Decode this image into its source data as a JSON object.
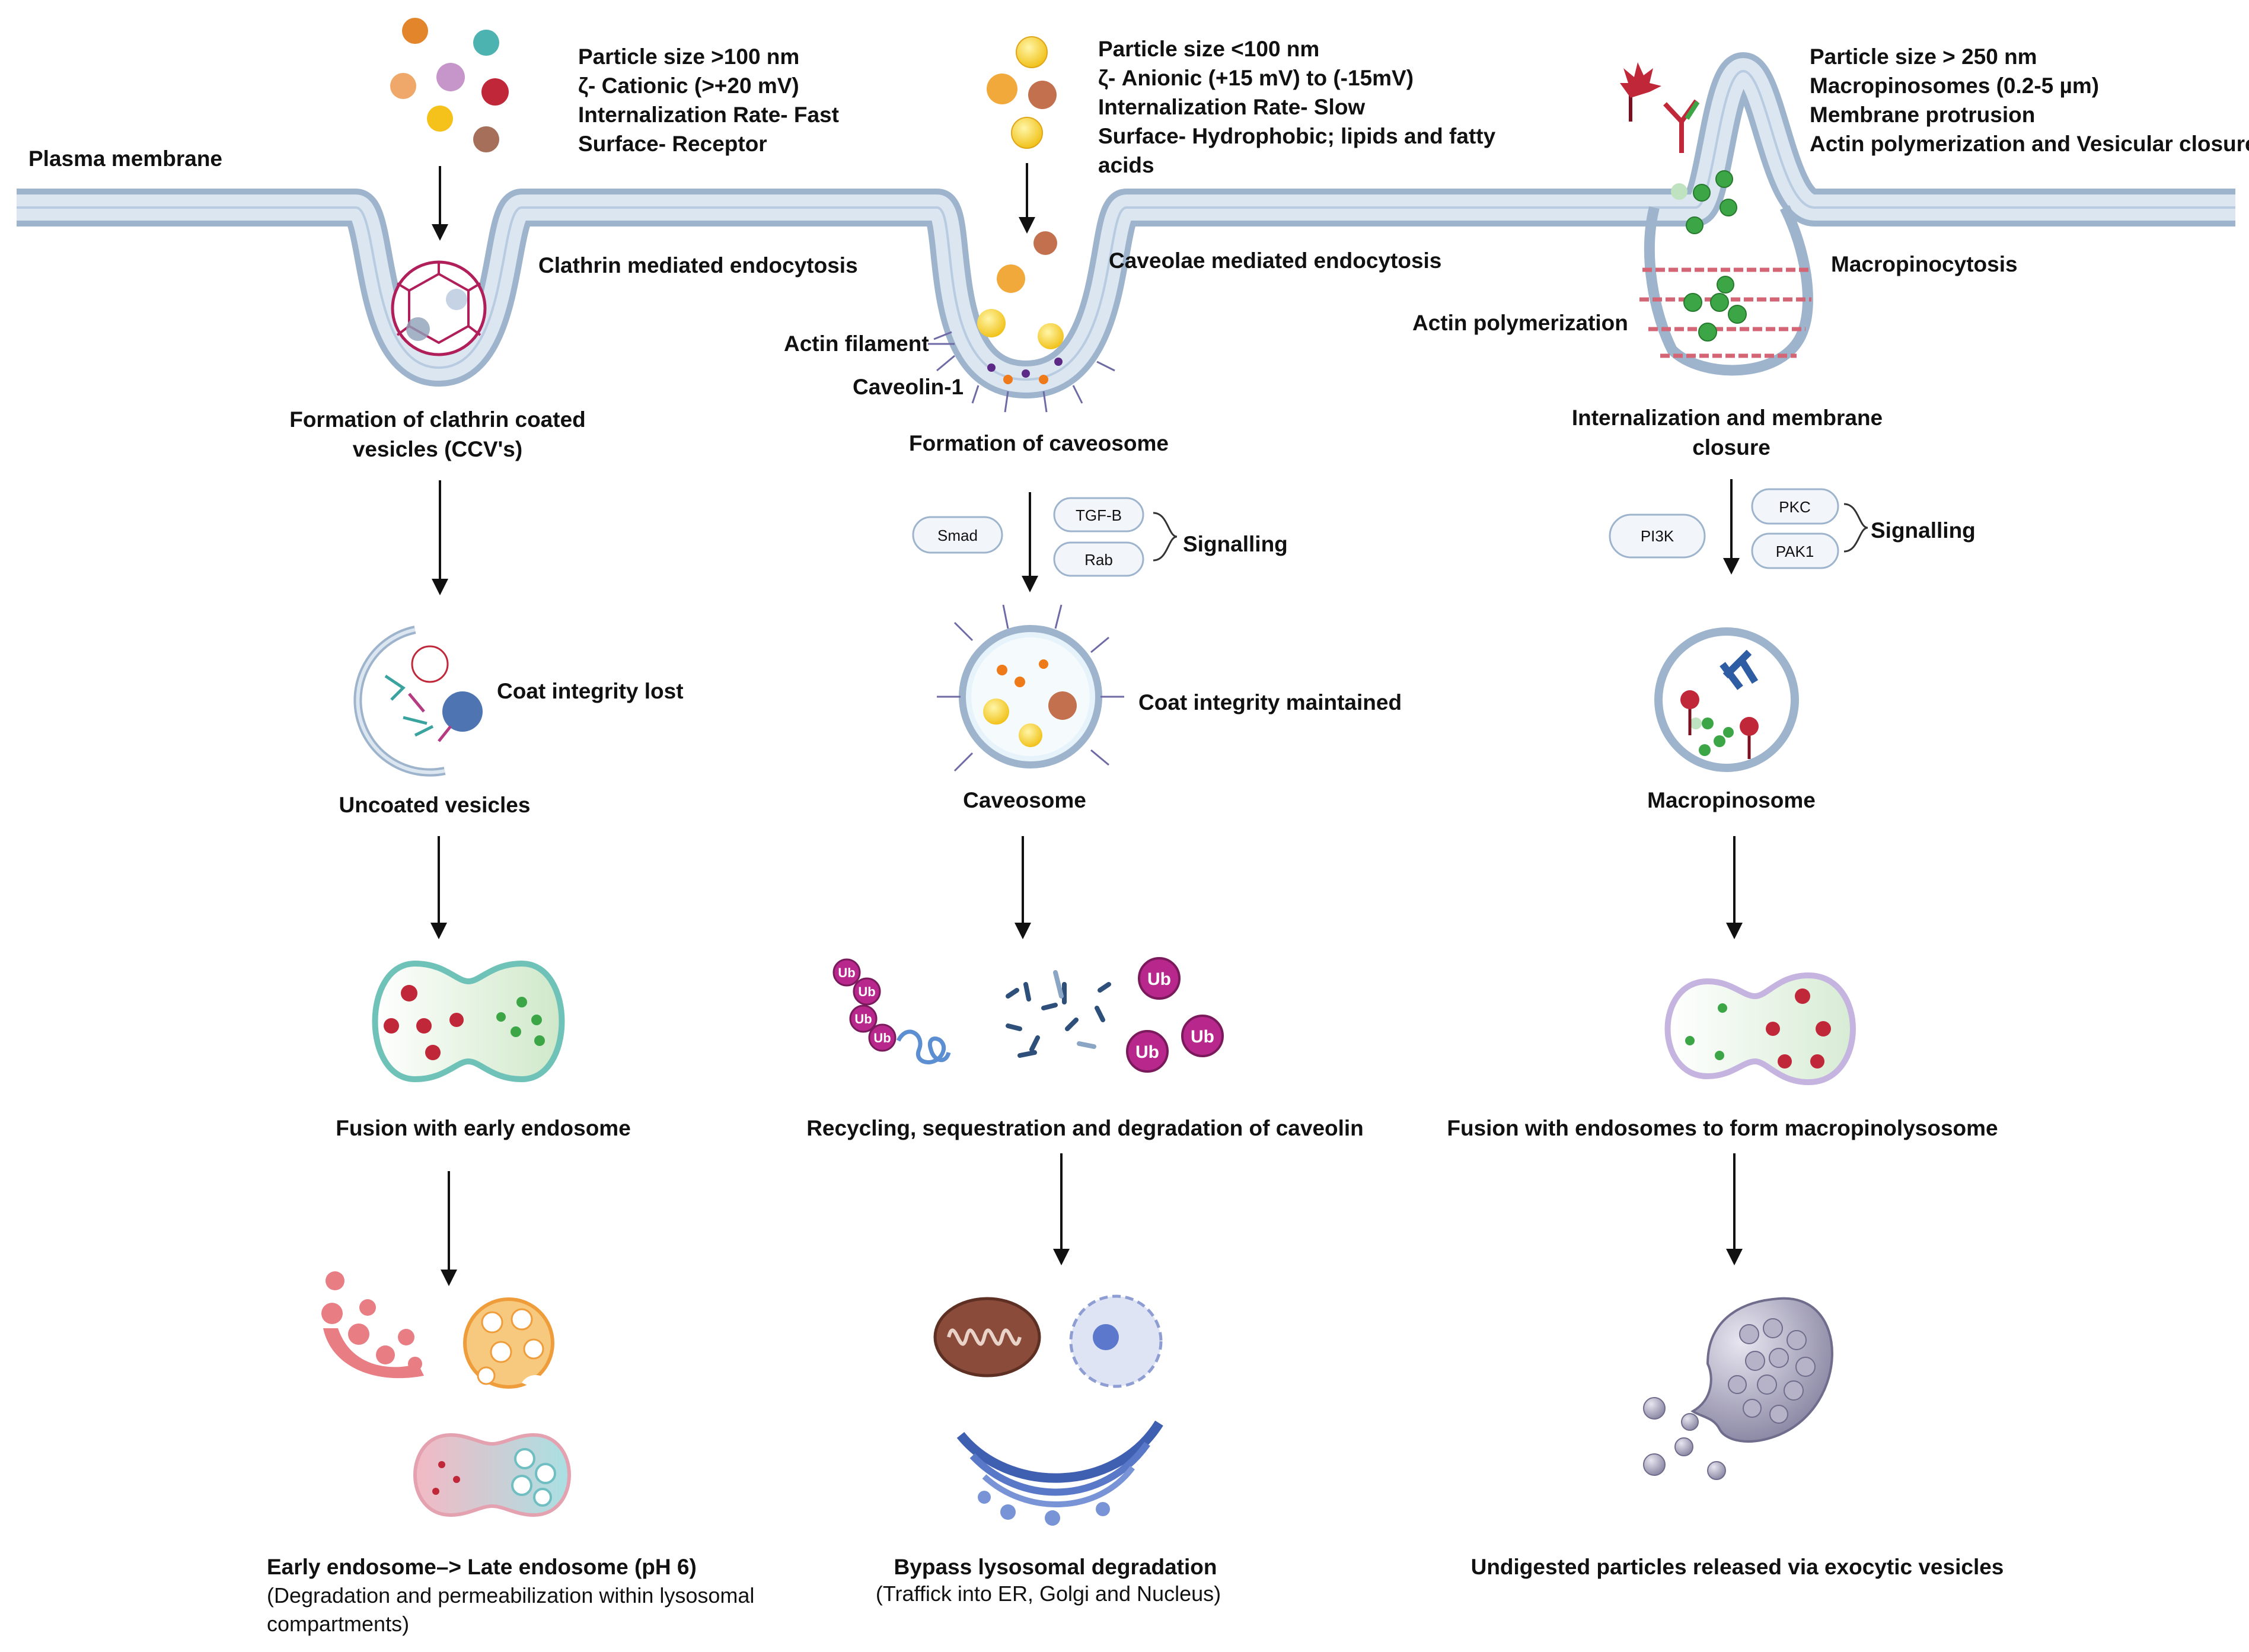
{
  "membrane": {
    "label": "Plasma membrane"
  },
  "clathrin": {
    "props": [
      "Particle size >100 nm",
      "ζ- Cationic (>+20 mV)",
      "Internalization Rate- Fast",
      "Surface- Receptor"
    ],
    "pathway": "Clathrin mediated endocytosis",
    "vesicle_formation": [
      "Formation of clathrin coated",
      "vesicles (CCV's)"
    ],
    "coat_label": "Coat integrity lost",
    "vesicle_label": "Uncoated vesicles",
    "fusion_label": "Fusion with early endosome",
    "final_label": "Early endosome–> Late endosome (pH 6)",
    "final_sub": [
      "(Degradation and permeabilization within lysosomal",
      "compartments)"
    ]
  },
  "caveolae": {
    "props": [
      "Particle size <100 nm",
      "ζ- Anionic (+15 mV) to (-15mV)",
      "Internalization Rate- Slow",
      "Surface- Hydrophobic; lipids and fatty",
      "acids"
    ],
    "pathway": "Caveolae mediated endocytosis",
    "actin_label": "Actin filament",
    "caveolin_label": "Caveolin-1",
    "formation_label": "Formation of caveosome",
    "signal_pills": [
      "Smad",
      "TGF-B",
      "Rab"
    ],
    "signal_label": "Signalling",
    "coat_label": "Coat integrity maintained",
    "vesicle_label": "Caveosome",
    "ub_label": "Ub",
    "recycle_label": "Recycling, sequestration and degradation of caveolin",
    "final_label": "Bypass lysosomal degradation",
    "final_sub": "(Traffick into ER, Golgi and Nucleus)"
  },
  "macro": {
    "props": [
      "Particle size > 250  nm",
      "Macropinosomes (0.2-5 µm)",
      "Membrane protrusion",
      "Actin polymerization and Vesicular closure"
    ],
    "pathway": "Macropinocytosis",
    "actin_label": "Actin polymerization",
    "closure_label": [
      "Internalization and membrane",
      "closure"
    ],
    "signal_pills": [
      "PI3K",
      "PKC",
      "PAK1"
    ],
    "signal_label": "Signalling",
    "vesicle_label": "Macropinosome",
    "fusion_label": "Fusion with endosomes to form macropinolysosome",
    "final_label": "Undigested particles released via exocytic vesicles"
  },
  "colors": {
    "membrane_fill": "#dbe6f1",
    "membrane_edge": "#9db4cc",
    "red": "#c0283a",
    "green": "#3ca646",
    "ub": "#b8288c"
  }
}
